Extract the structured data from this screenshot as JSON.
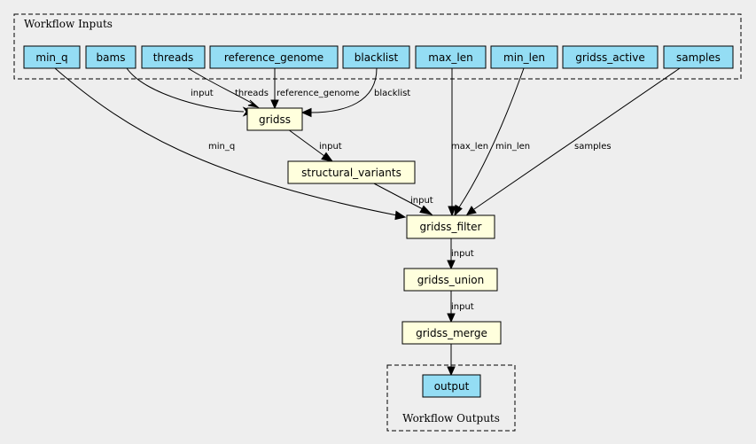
{
  "clusters": {
    "inputs_label": "Workflow Inputs",
    "outputs_label": "Workflow Outputs"
  },
  "colors": {
    "background": "#eeeeee",
    "input_fill": "#94ddf4",
    "step_fill": "#ffffdd"
  },
  "inputs": {
    "min_q": "min_q",
    "bams": "bams",
    "threads": "threads",
    "reference_genome": "reference_genome",
    "blacklist": "blacklist",
    "max_len": "max_len",
    "min_len": "min_len",
    "gridss_active": "gridss_active",
    "samples": "samples"
  },
  "steps": {
    "gridss": "gridss",
    "structural_variants": "structural_variants",
    "gridss_filter": "gridss_filter",
    "gridss_union": "gridss_union",
    "gridss_merge": "gridss_merge"
  },
  "outputs": {
    "output": "output"
  },
  "edges": {
    "bams_gridss": "input",
    "threads_gridss": "threads",
    "reference_genome_gridss": "reference_genome",
    "blacklist_gridss": "blacklist",
    "min_q_filter": "min_q",
    "gridss_sv": "input",
    "max_len_filter": "max_len",
    "min_len_filter": "min_len",
    "samples_filter": "samples",
    "sv_filter": "input",
    "filter_union": "input",
    "union_merge": "input"
  }
}
